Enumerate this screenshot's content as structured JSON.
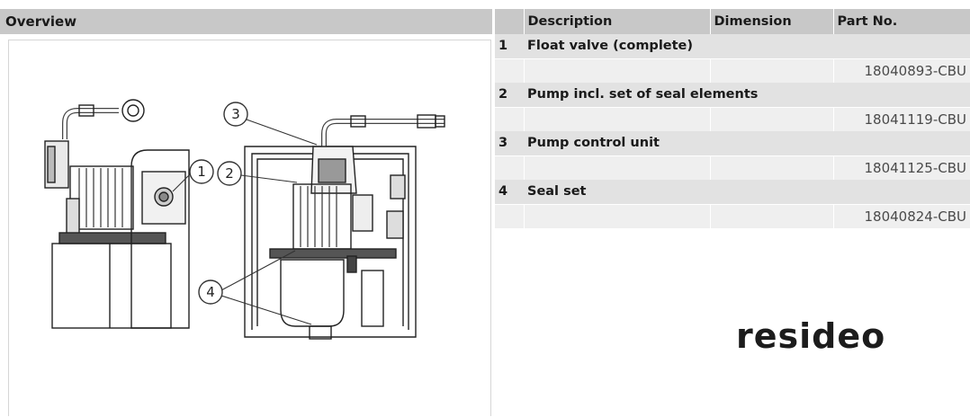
{
  "overview": {
    "title": "Overview"
  },
  "table": {
    "headers": {
      "number": "",
      "description": "Description",
      "dimension": "Dimension",
      "part_no": "Part No."
    },
    "items": [
      {
        "number": "1",
        "description": "Float valve (complete)",
        "dimension": "",
        "part_no": "18040893-CBU"
      },
      {
        "number": "2",
        "description": "Pump incl. set of seal elements",
        "dimension": "",
        "part_no": "18041119-CBU"
      },
      {
        "number": "3",
        "description": "Pump control unit",
        "dimension": "",
        "part_no": "18041125-CBU"
      },
      {
        "number": "4",
        "description": "Seal set",
        "dimension": "",
        "part_no": "18040824-CBU"
      }
    ]
  },
  "drawing": {
    "callouts": [
      "1",
      "2",
      "3",
      "4"
    ]
  },
  "brand": {
    "logo_text": "resideo"
  }
}
